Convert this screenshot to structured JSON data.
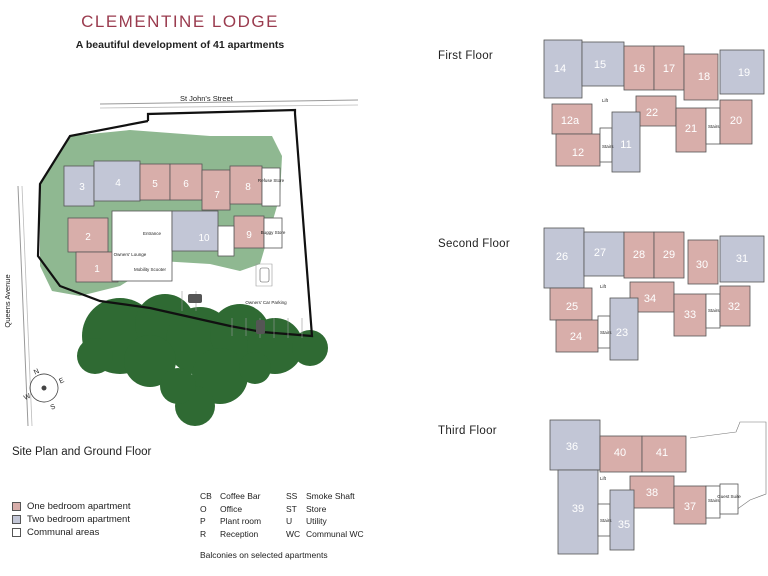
{
  "header": {
    "title": "CLEMENTINE LODGE",
    "subtitle": "A beautiful development of 41 apartments"
  },
  "colors": {
    "one_bed": "#d8aeaa",
    "two_bed": "#c2c6d6",
    "communal": "#ffffff",
    "garden": "#8fb891",
    "trees": "#2f6a33",
    "boundary": "#111111",
    "title_accent": "#9a3b4e"
  },
  "site": {
    "label": "Site Plan and Ground Floor",
    "street_top": "St John's Street",
    "street_left": "Queens Avenue",
    "parking_label": "Owners' Car Parking",
    "apartments": [
      "1",
      "2",
      "3",
      "4",
      "5",
      "6",
      "7",
      "8",
      "9",
      "10"
    ],
    "rooms": [
      "Entrance",
      "Owners' Lounge",
      "Refuse Store",
      "Buggy Store",
      "Mobility Scooter"
    ],
    "compass": [
      "N",
      "E",
      "S",
      "W"
    ]
  },
  "floors": [
    {
      "name": "First Floor",
      "apartments": [
        "14",
        "15",
        "16",
        "17",
        "18",
        "19",
        "12a",
        "22",
        "21",
        "20",
        "12",
        "11"
      ]
    },
    {
      "name": "Second Floor",
      "apartments": [
        "26",
        "27",
        "28",
        "29",
        "30",
        "31",
        "25",
        "34",
        "33",
        "32",
        "24",
        "23"
      ]
    },
    {
      "name": "Third Floor",
      "apartments": [
        "36",
        "40",
        "41",
        "38",
        "37",
        "39",
        "35"
      ],
      "extras": [
        "Guest Suite"
      ]
    }
  ],
  "small_labels": [
    "Lift",
    "Stairs",
    "CB",
    "O",
    "P",
    "R",
    "U",
    "WC",
    "SS",
    "ST"
  ],
  "legend": {
    "items": [
      {
        "label": "One bedroom apartment",
        "color": "#d8aeaa"
      },
      {
        "label": "Two bedroom apartment",
        "color": "#c2c6d6"
      },
      {
        "label": "Communal areas",
        "color": "#ffffff"
      }
    ]
  },
  "abbreviations": {
    "col1": [
      {
        "code": "CB",
        "name": "Coffee Bar"
      },
      {
        "code": "O",
        "name": "Office"
      },
      {
        "code": "P",
        "name": "Plant room"
      },
      {
        "code": "R",
        "name": "Reception"
      }
    ],
    "col2": [
      {
        "code": "SS",
        "name": "Smoke Shaft"
      },
      {
        "code": "ST",
        "name": "Store"
      },
      {
        "code": "U",
        "name": "Utility"
      },
      {
        "code": "WC",
        "name": "Communal WC"
      }
    ]
  },
  "note": "Balconies on selected apartments"
}
